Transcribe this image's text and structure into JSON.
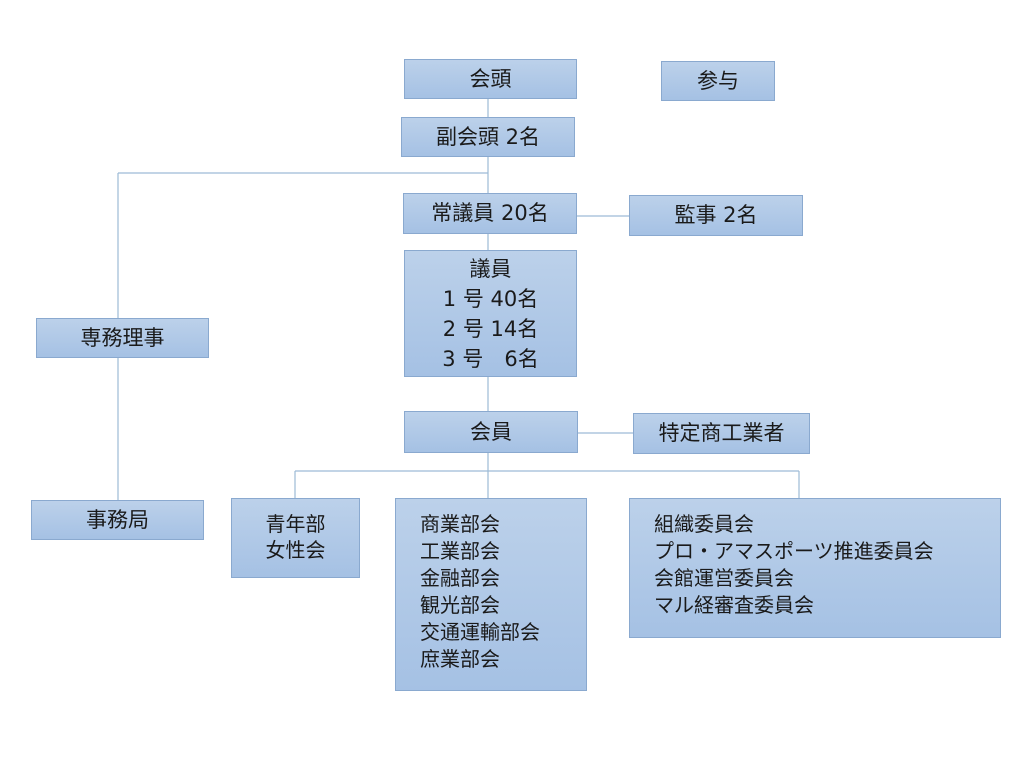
{
  "nodes": {
    "president": "会頭",
    "advisor": "参与",
    "vice_president": "副会頭 2名",
    "standing_members": "常議員 20名",
    "auditor": "監事 2名",
    "executive_director": "専務理事",
    "councillors": {
      "title": "議員",
      "lines": [
        "1 号 40名",
        "2 号 14名",
        "3 号　6名"
      ]
    },
    "members": "会員",
    "specified_traders": "特定商工業者",
    "secretariat": "事務局",
    "youth_women": [
      "青年部",
      "女性会"
    ],
    "sectional_committees": [
      "商業部会",
      "工業部会",
      "金融部会",
      "観光部会",
      "交通運輸部会",
      "庶業部会"
    ],
    "committees": [
      "組織委員会",
      "プロ・アマスポーツ推進委員会",
      "会館運営委員会",
      "マル経審査委員会"
    ]
  },
  "colors": {
    "box_fill_top": "#bcd1ea",
    "box_fill_bottom": "#a5c1e4",
    "box_border": "#8aa9cf",
    "connector": "#9dbbd6"
  }
}
